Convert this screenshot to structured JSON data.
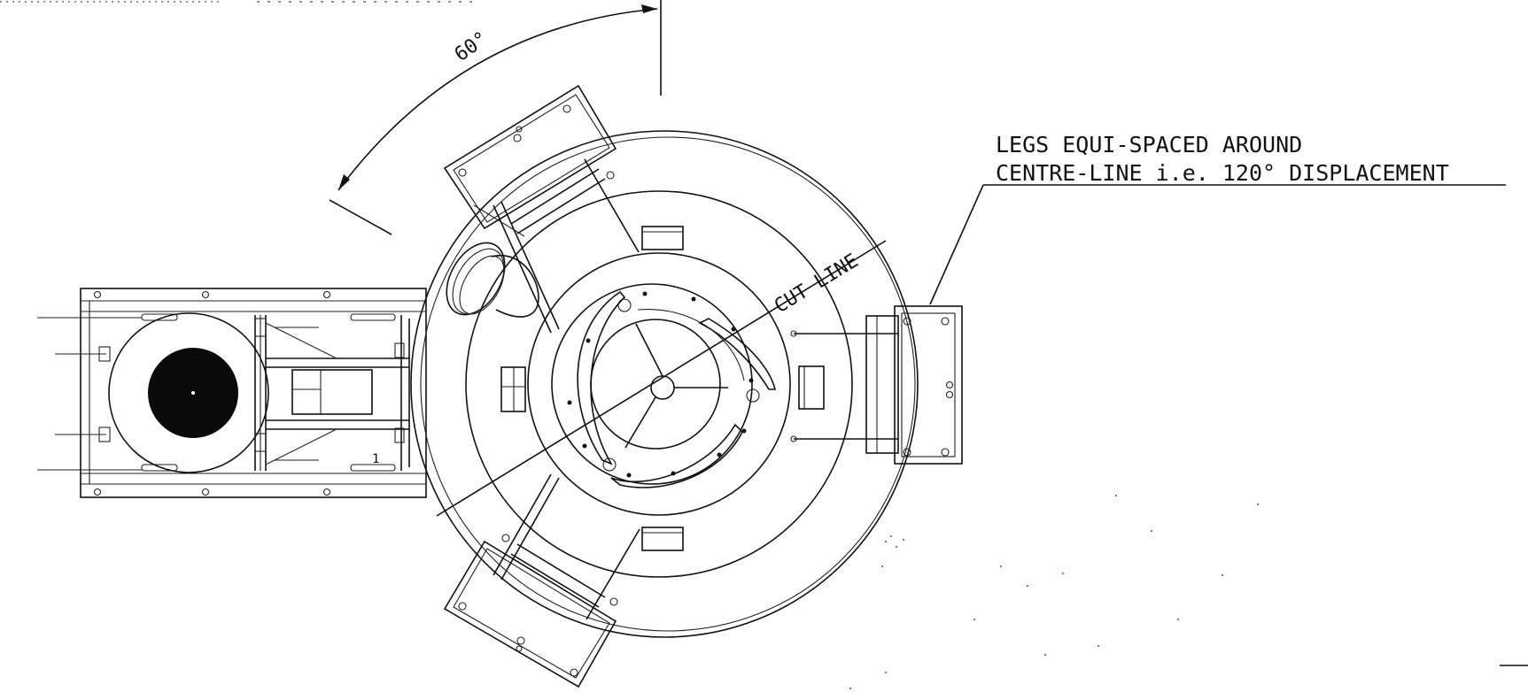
{
  "labels": {
    "angle": "60°",
    "cut_line": "CUT LINE",
    "note_line1": "LEGS EQUI-SPACED AROUND",
    "note_line2": "CENTRE-LINE i.e. 120° DISPLACEMENT"
  },
  "legs": {
    "count": 3,
    "spacing_deg": 120
  }
}
